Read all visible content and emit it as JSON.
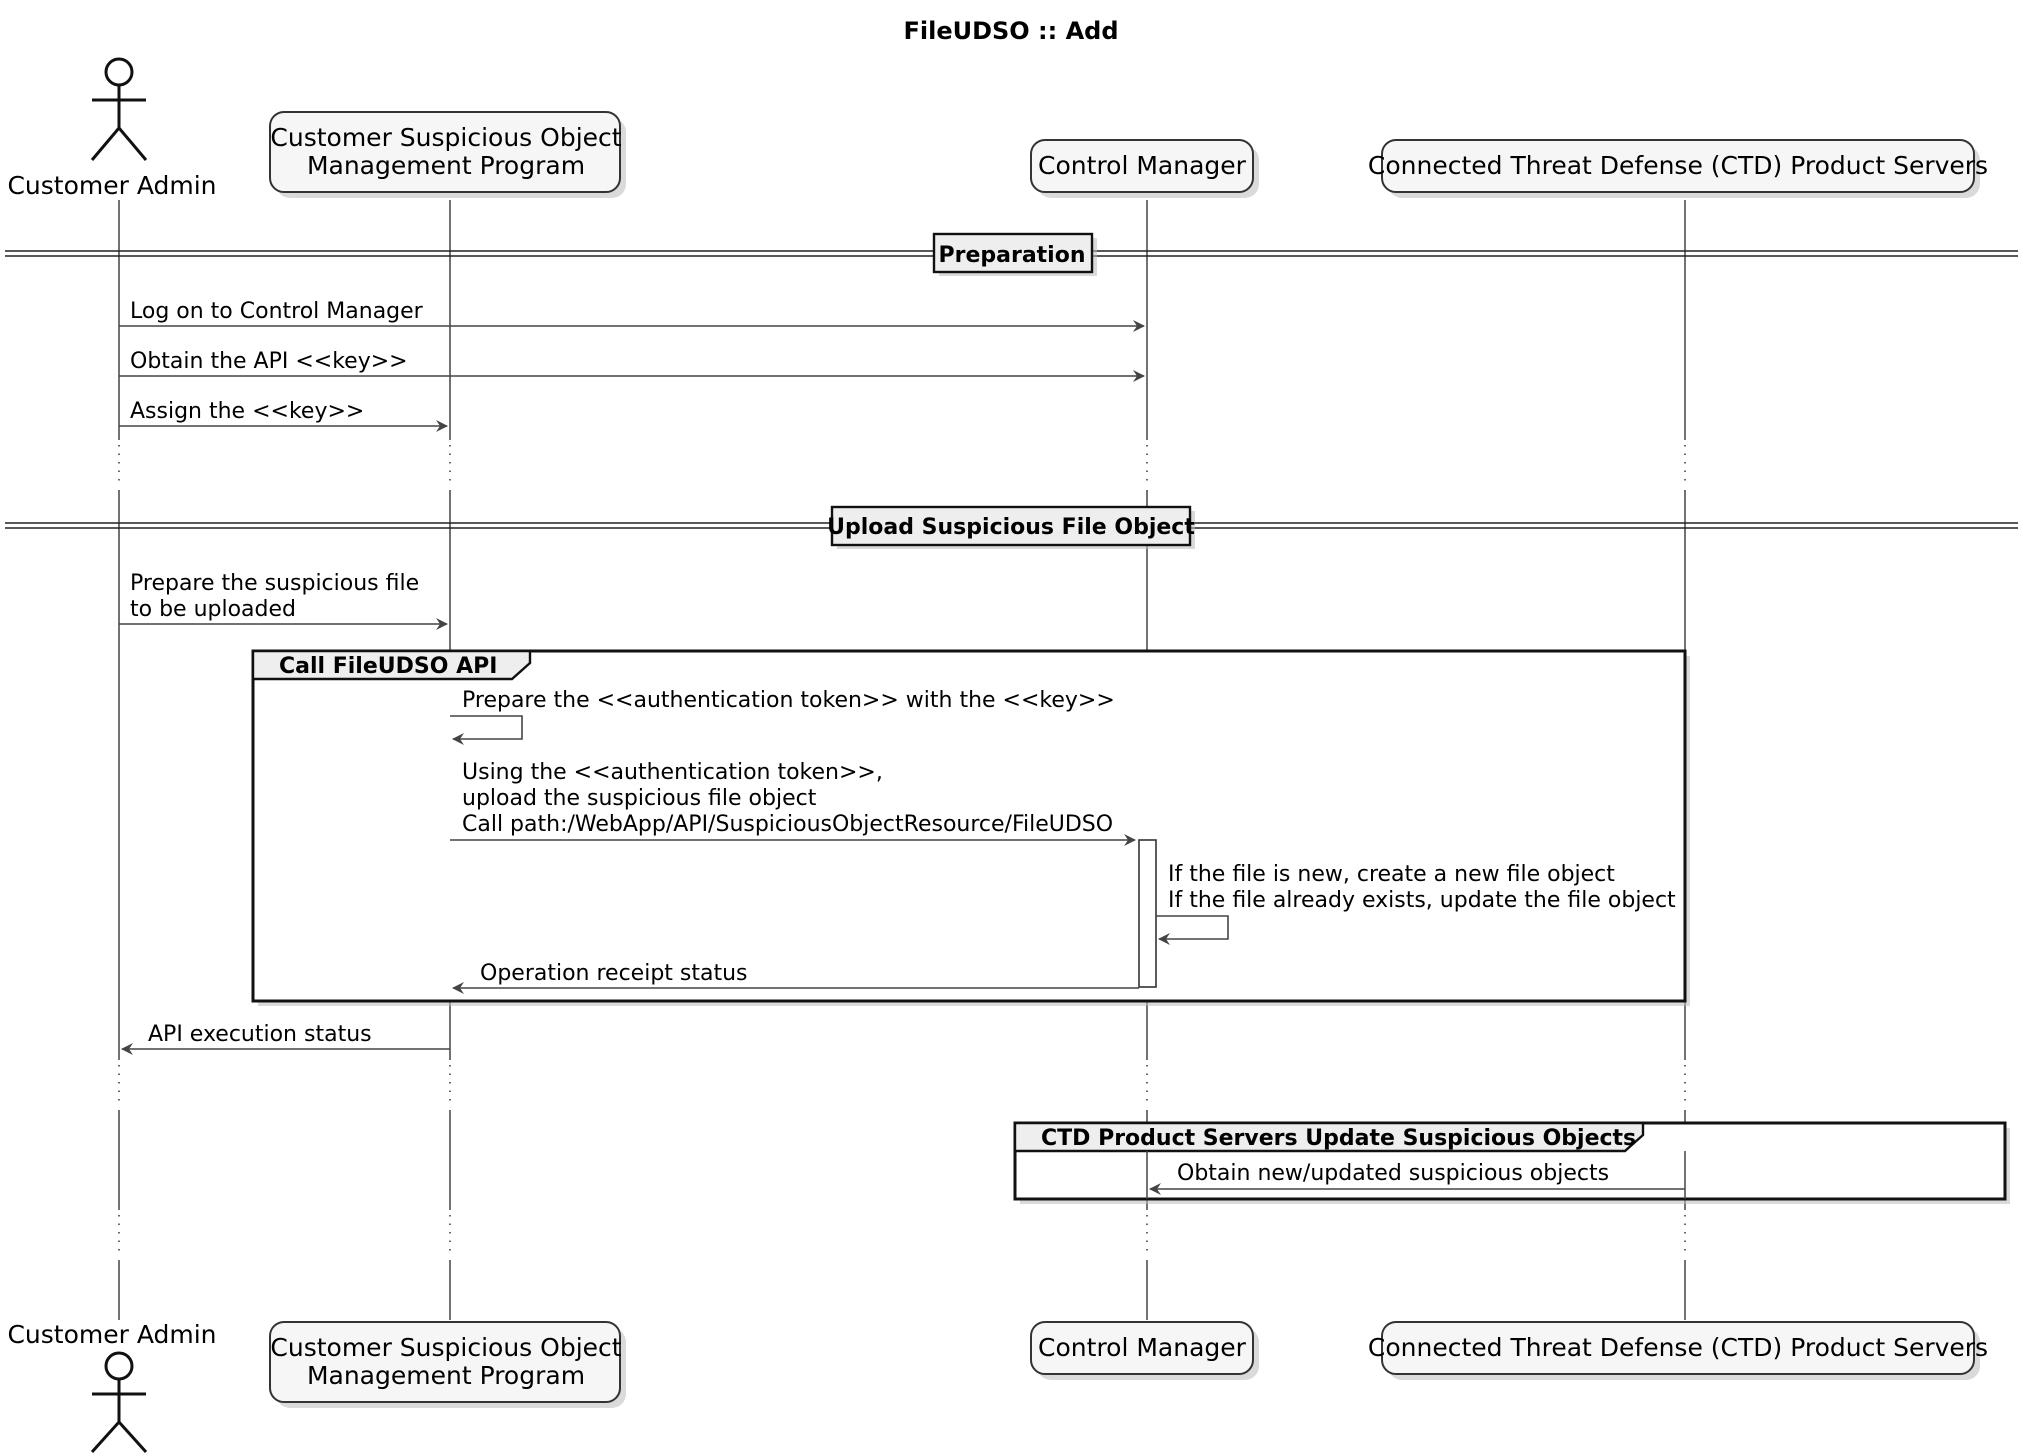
{
  "title": "FileUDSO :: Add",
  "participants": {
    "admin": "Customer Admin",
    "program_line1": "Customer Suspicious Object",
    "program_line2": "Management Program",
    "control_manager": "Control Manager",
    "ctd": "Connected Threat Defense (CTD) Product Servers"
  },
  "sections": {
    "preparation": "Preparation",
    "upload": "Upload Suspicious File Object"
  },
  "groups": {
    "call_api": "Call FileUDSO API",
    "ctd_update": "CTD Product Servers Update Suspicious Objects"
  },
  "messages": {
    "log_on": "Log on to Control Manager",
    "obtain_key": "Obtain the API <<key>>",
    "assign_key": "Assign the <<key>>",
    "prepare_file_1": "Prepare the suspicious file",
    "prepare_file_2": "to be uploaded",
    "prepare_token": "Prepare the <<authentication token>> with the <<key>>",
    "upload_1": "Using the <<authentication token>>,",
    "upload_2": "upload the suspicious file object",
    "upload_3": "Call path:/WebApp/API/SuspiciousObjectResource/FileUDSO",
    "create_1": "If the file is new, create a new file object",
    "create_2": "If the file already exists, update the file object",
    "receipt": "Operation receipt status",
    "api_status": "API execution status",
    "obtain_objects": "Obtain new/updated suspicious objects"
  },
  "colors": {
    "line": "#444444",
    "participant_fill": "#f6f6f6",
    "section_fill": "#eeeeee",
    "border": "#111111"
  }
}
